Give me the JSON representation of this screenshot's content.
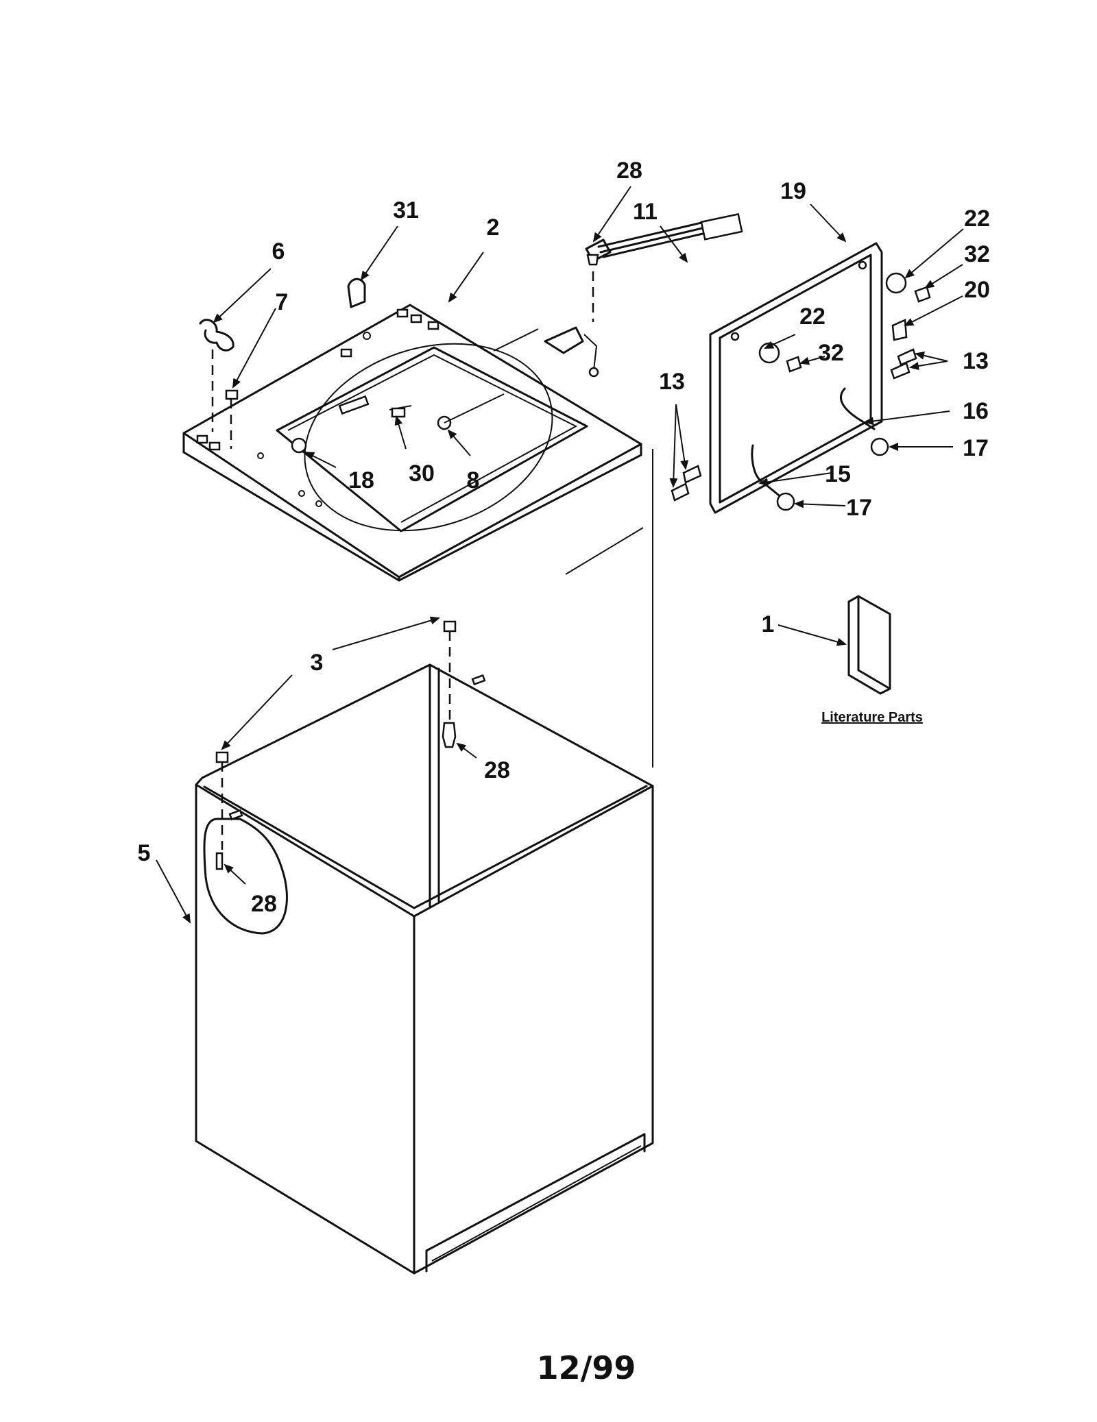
{
  "callouts": [
    {
      "id": "c-28-top",
      "text": "28"
    },
    {
      "id": "c-11",
      "text": "11"
    },
    {
      "id": "c-19",
      "text": "19"
    },
    {
      "id": "c-22-top",
      "text": "22"
    },
    {
      "id": "c-32-top",
      "text": "32"
    },
    {
      "id": "c-20",
      "text": "20"
    },
    {
      "id": "c-31",
      "text": "31"
    },
    {
      "id": "c-2",
      "text": "2"
    },
    {
      "id": "c-6",
      "text": "6"
    },
    {
      "id": "c-7",
      "text": "7"
    },
    {
      "id": "c-22-mid",
      "text": "22"
    },
    {
      "id": "c-32-mid",
      "text": "32"
    },
    {
      "id": "c-13-right",
      "text": "13"
    },
    {
      "id": "c-13-left",
      "text": "13"
    },
    {
      "id": "c-16",
      "text": "16"
    },
    {
      "id": "c-17-top",
      "text": "17"
    },
    {
      "id": "c-15",
      "text": "15"
    },
    {
      "id": "c-17-bottom",
      "text": "17"
    },
    {
      "id": "c-18",
      "text": "18"
    },
    {
      "id": "c-30",
      "text": "30"
    },
    {
      "id": "c-8",
      "text": "8"
    },
    {
      "id": "c-1",
      "text": "1"
    },
    {
      "id": "c-3",
      "text": "3"
    },
    {
      "id": "c-28-mid",
      "text": "28"
    },
    {
      "id": "c-5",
      "text": "5"
    },
    {
      "id": "c-28-bottom",
      "text": "28"
    }
  ],
  "literature_label": "Literature Parts",
  "footer_date": "12/99"
}
